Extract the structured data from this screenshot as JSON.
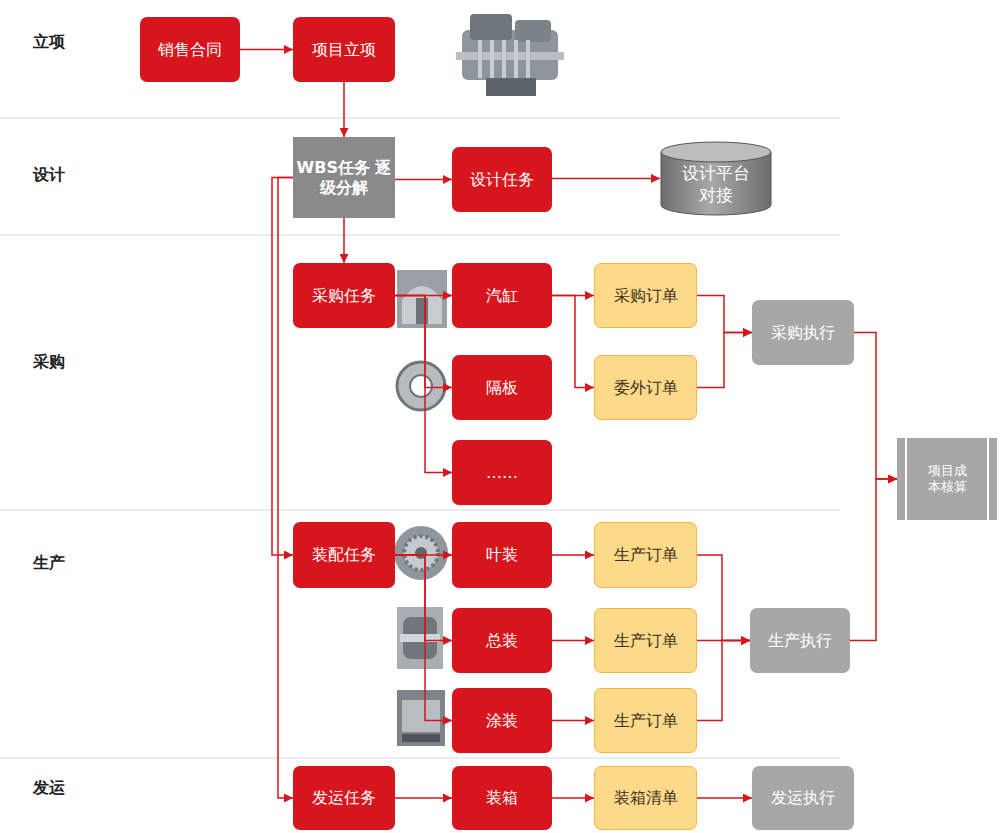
{
  "diagram": {
    "nodes": [
      {
        "text": [
          "销售合同"
        ]
      },
      {
        "text": [
          "项目立项"
        ]
      },
      {
        "text": [
          "WBS任务 逐级分解"
        ]
      },
      {
        "text": [
          "设计任务"
        ]
      },
      {
        "text": [
          "设计平台 对接"
        ]
      },
      {
        "text": [
          "采购任务"
        ]
      },
      {
        "text": [
          "汽缸"
        ]
      },
      {
        "text": [
          "采购订单"
        ]
      },
      {
        "text": [
          "采购执行"
        ]
      },
      {
        "text": [
          "隔板"
        ]
      },
      {
        "text": [
          "委外订单"
        ]
      },
      {
        "text": [
          "……"
        ]
      },
      {
        "text": [
          "项目成本核算"
        ]
      },
      {
        "text": [
          "装配任务"
        ]
      },
      {
        "text": [
          "叶装"
        ]
      },
      {
        "text": [
          "生产订单"
        ]
      },
      {
        "text": [
          "总装"
        ]
      },
      {
        "text": [
          "生产订单"
        ]
      },
      {
        "text": [
          "生产执行"
        ]
      },
      {
        "text": [
          "涂装"
        ]
      },
      {
        "text": [
          "生产订单"
        ]
      },
      {
        "text": [
          "发运任务"
        ]
      },
      {
        "text": [
          "装箱"
        ]
      },
      {
        "text": [
          "装箱清单"
        ]
      },
      {
        "text": [
          "发运执行"
        ]
      }
    ],
    "edges": [
      {
        "from": 0,
        "to": 1,
        "arrow": "to"
      },
      {
        "from": 1,
        "to": 2,
        "arrow": "to"
      },
      {
        "from": 2,
        "to": 3,
        "arrow": "to"
      },
      {
        "from": 3,
        "to": 4,
        "arrow": "to"
      },
      {
        "from": 2,
        "to": 5,
        "arrow": "to"
      },
      {
        "from": 2,
        "to": 13,
        "arrow": "to"
      },
      {
        "from": 2,
        "to": 21,
        "arrow": "to"
      },
      {
        "from": 5,
        "to": 6,
        "arrow": "to"
      },
      {
        "from": 5,
        "to": 9,
        "arrow": "to"
      },
      {
        "from": 5,
        "to": 11,
        "arrow": "to"
      },
      {
        "from": 6,
        "to": 7,
        "arrow": "to"
      },
      {
        "from": 6,
        "to": 10,
        "arrow": "to"
      },
      {
        "from": 7,
        "to": 8,
        "arrow": "to"
      },
      {
        "from": 10,
        "to": 8,
        "arrow": "to"
      },
      {
        "from": 8,
        "to": 12,
        "arrow": "to"
      },
      {
        "from": 13,
        "to": 14,
        "arrow": "to"
      },
      {
        "from": 13,
        "to": 16,
        "arrow": "to"
      },
      {
        "from": 13,
        "to": 19,
        "arrow": "to"
      },
      {
        "from": 14,
        "to": 15,
        "arrow": "to"
      },
      {
        "from": 16,
        "to": 17,
        "arrow": "to"
      },
      {
        "from": 19,
        "to": 20,
        "arrow": "to"
      },
      {
        "from": 15,
        "to": 18,
        "arrow": "to"
      },
      {
        "from": 17,
        "to": 18,
        "arrow": "to"
      },
      {
        "from": 20,
        "to": 18,
        "arrow": "to"
      },
      {
        "from": 18,
        "to": 12,
        "arrow": "to"
      },
      {
        "from": 21,
        "to": 22,
        "arrow": "to"
      },
      {
        "from": 22,
        "to": 23,
        "arrow": "to"
      },
      {
        "from": 23,
        "to": 24,
        "arrow": "to"
      }
    ],
    "labels": [
      "立项",
      "设计",
      "采购",
      "生产",
      "发运"
    ]
  }
}
